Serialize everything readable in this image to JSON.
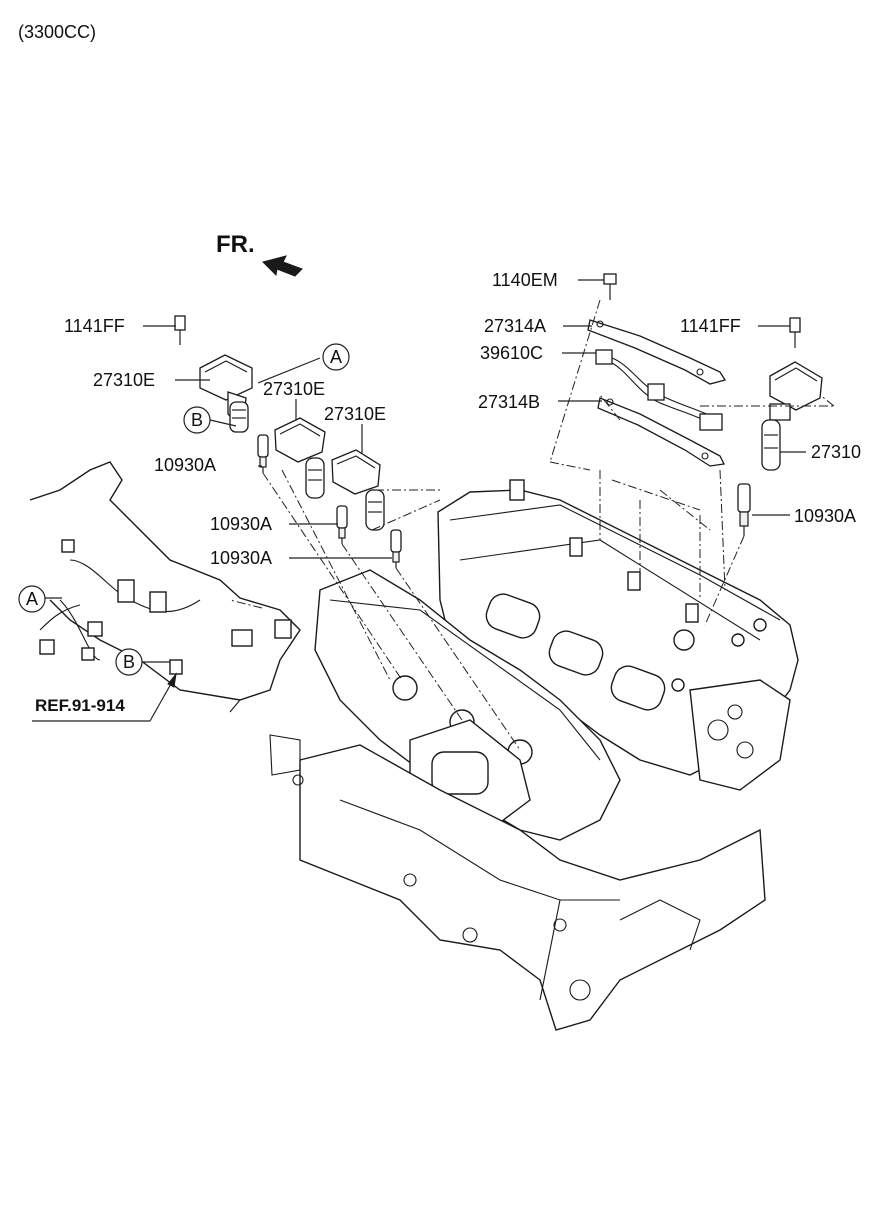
{
  "header": {
    "variant": "(3300CC)",
    "direction": "FR."
  },
  "labels": {
    "bolt_left": "1141FF",
    "coil_1": "27310E",
    "coil_2": "27310E",
    "coil_3": "27310E",
    "plug_1": "10930A",
    "plug_2": "10930A",
    "plug_3": "10930A",
    "bolt_bracket": "1140EM",
    "bracket_a": "27314A",
    "sensor": "39610C",
    "bracket_b": "27314B",
    "bolt_right": "1141FF",
    "coil_right": "27310",
    "plug_right": "10930A",
    "reference": "REF.91-914"
  },
  "callouts": {
    "a_top": "A",
    "b_left": "B",
    "a_harness": "A",
    "b_harness": "B"
  }
}
